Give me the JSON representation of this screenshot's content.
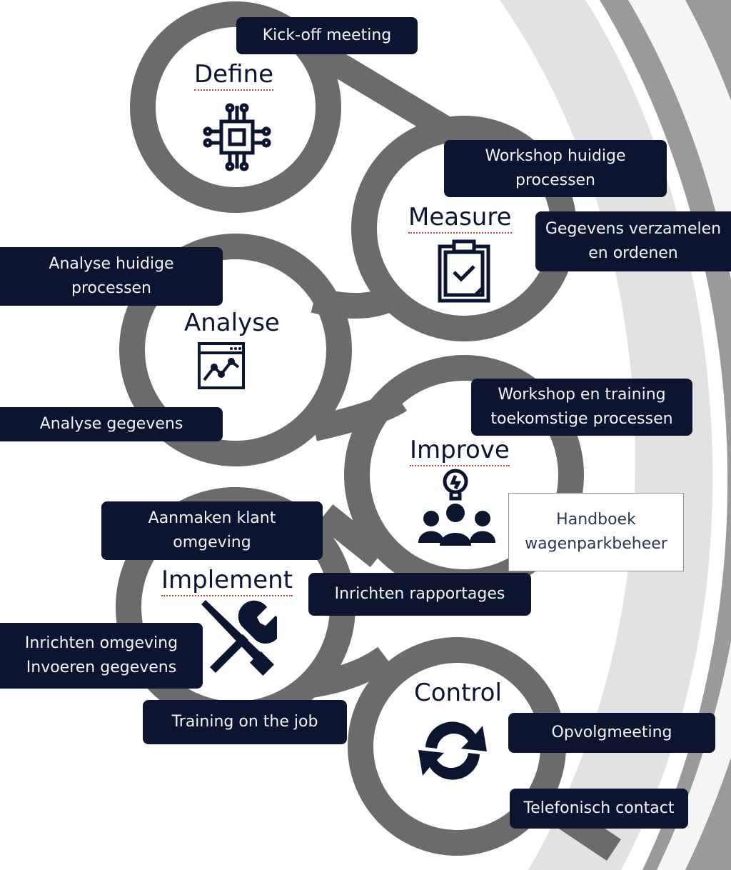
{
  "phases": {
    "define": {
      "title": "Define"
    },
    "measure": {
      "title": "Measure"
    },
    "analyse": {
      "title": "Analyse"
    },
    "improve": {
      "title": "Improve"
    },
    "implement": {
      "title": "Implement"
    },
    "control": {
      "title": "Control"
    }
  },
  "activities": {
    "kickoff": "Kick-off meeting",
    "workshop_huidig_1": "Workshop huidige",
    "workshop_huidig_2": "processen",
    "gegevens_1": "Gegevens verzamelen",
    "gegevens_2": "en ordenen",
    "analyse_proc_1": "Analyse huidige",
    "analyse_proc_2": "processen",
    "analyse_gegevens": "Analyse  gegevens",
    "workshop_toek_1": "Workshop en training",
    "workshop_toek_2": "toekomstige processen",
    "handboek_1": "Handboek",
    "handboek_2": "wagenparkbeheer",
    "aanmaken_1": "Aanmaken klant",
    "aanmaken_2": "omgeving",
    "rapportages": "Inrichten rapportages",
    "inrichten_1": "Inrichten omgeving",
    "inrichten_2": "Invoeren gegevens",
    "training": "Training on the job",
    "opvolg": "Opvolgmeeting",
    "telefonisch": "Telefonisch contact"
  },
  "colors": {
    "ring": "#6b6b6b",
    "label_bg": "#0c1530",
    "label_text": "#f2f4f8",
    "stripe": "#c9c9c9"
  },
  "icons": {
    "define": "chip-icon",
    "measure": "clipboard-check-icon",
    "analyse": "line-chart-window-icon",
    "improve": "team-idea-icon",
    "implement": "tools-icon",
    "control": "refresh-icon"
  }
}
